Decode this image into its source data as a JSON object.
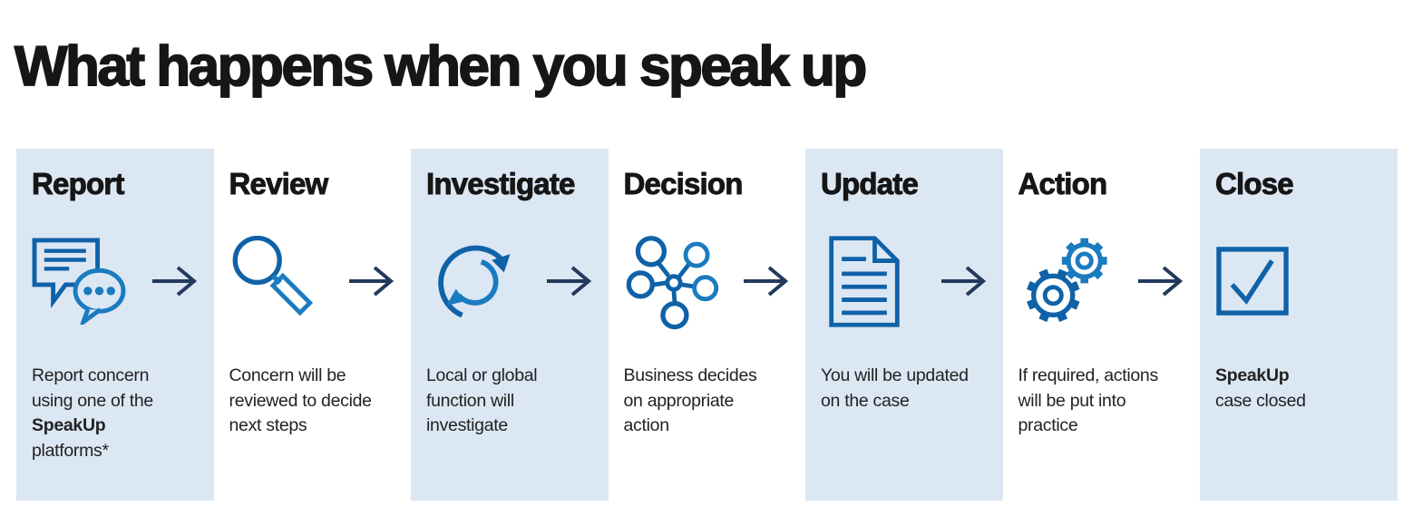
{
  "title": "What happens when you speak up",
  "colors": {
    "panel_blue": "#dce7f4",
    "icon_blue_primary": "#0f62a7",
    "icon_blue_secondary": "#1b7bc0",
    "arrow_navy": "#233a5c",
    "heading_text": "#161616",
    "body_text": "#222222",
    "page_background": "#ffffff"
  },
  "steps": [
    {
      "title": "Report",
      "icon": "speech-bubbles-icon",
      "highlighted": true,
      "arrow_after": true,
      "lines": [
        {
          "text": "Report concern",
          "bold": false
        },
        {
          "text": "using one of the",
          "bold": false
        },
        {
          "text": "SpeakUp",
          "bold": true
        },
        {
          "text": "platforms*",
          "bold": false
        }
      ]
    },
    {
      "title": "Review",
      "icon": "magnifying-glass-icon",
      "highlighted": false,
      "arrow_after": true,
      "lines": [
        {
          "text": "Concern will be",
          "bold": false
        },
        {
          "text": "reviewed to decide",
          "bold": false
        },
        {
          "text": "next steps",
          "bold": false
        }
      ]
    },
    {
      "title": "Investigate",
      "icon": "cycle-arrows-icon",
      "highlighted": true,
      "arrow_after": true,
      "lines": [
        {
          "text": "Local or global",
          "bold": false
        },
        {
          "text": "function will",
          "bold": false
        },
        {
          "text": "investigate",
          "bold": false
        }
      ]
    },
    {
      "title": "Decision",
      "icon": "network-nodes-icon",
      "highlighted": false,
      "arrow_after": true,
      "lines": [
        {
          "text": "Business decides",
          "bold": false
        },
        {
          "text": "on appropriate",
          "bold": false
        },
        {
          "text": "action",
          "bold": false
        }
      ]
    },
    {
      "title": "Update",
      "icon": "document-icon",
      "highlighted": true,
      "arrow_after": true,
      "lines": [
        {
          "text": "You will be updated",
          "bold": false
        },
        {
          "text": "on the case",
          "bold": false
        }
      ]
    },
    {
      "title": "Action",
      "icon": "gears-icon",
      "highlighted": false,
      "arrow_after": true,
      "lines": [
        {
          "text": "If required, actions",
          "bold": false
        },
        {
          "text": "will be put into",
          "bold": false
        },
        {
          "text": "practice",
          "bold": false
        }
      ]
    },
    {
      "title": "Close",
      "icon": "checkbox-check-icon",
      "highlighted": true,
      "arrow_after": false,
      "lines": [
        {
          "text": "SpeakUp",
          "bold": true
        },
        {
          "text": "case closed",
          "bold": false
        }
      ]
    }
  ]
}
